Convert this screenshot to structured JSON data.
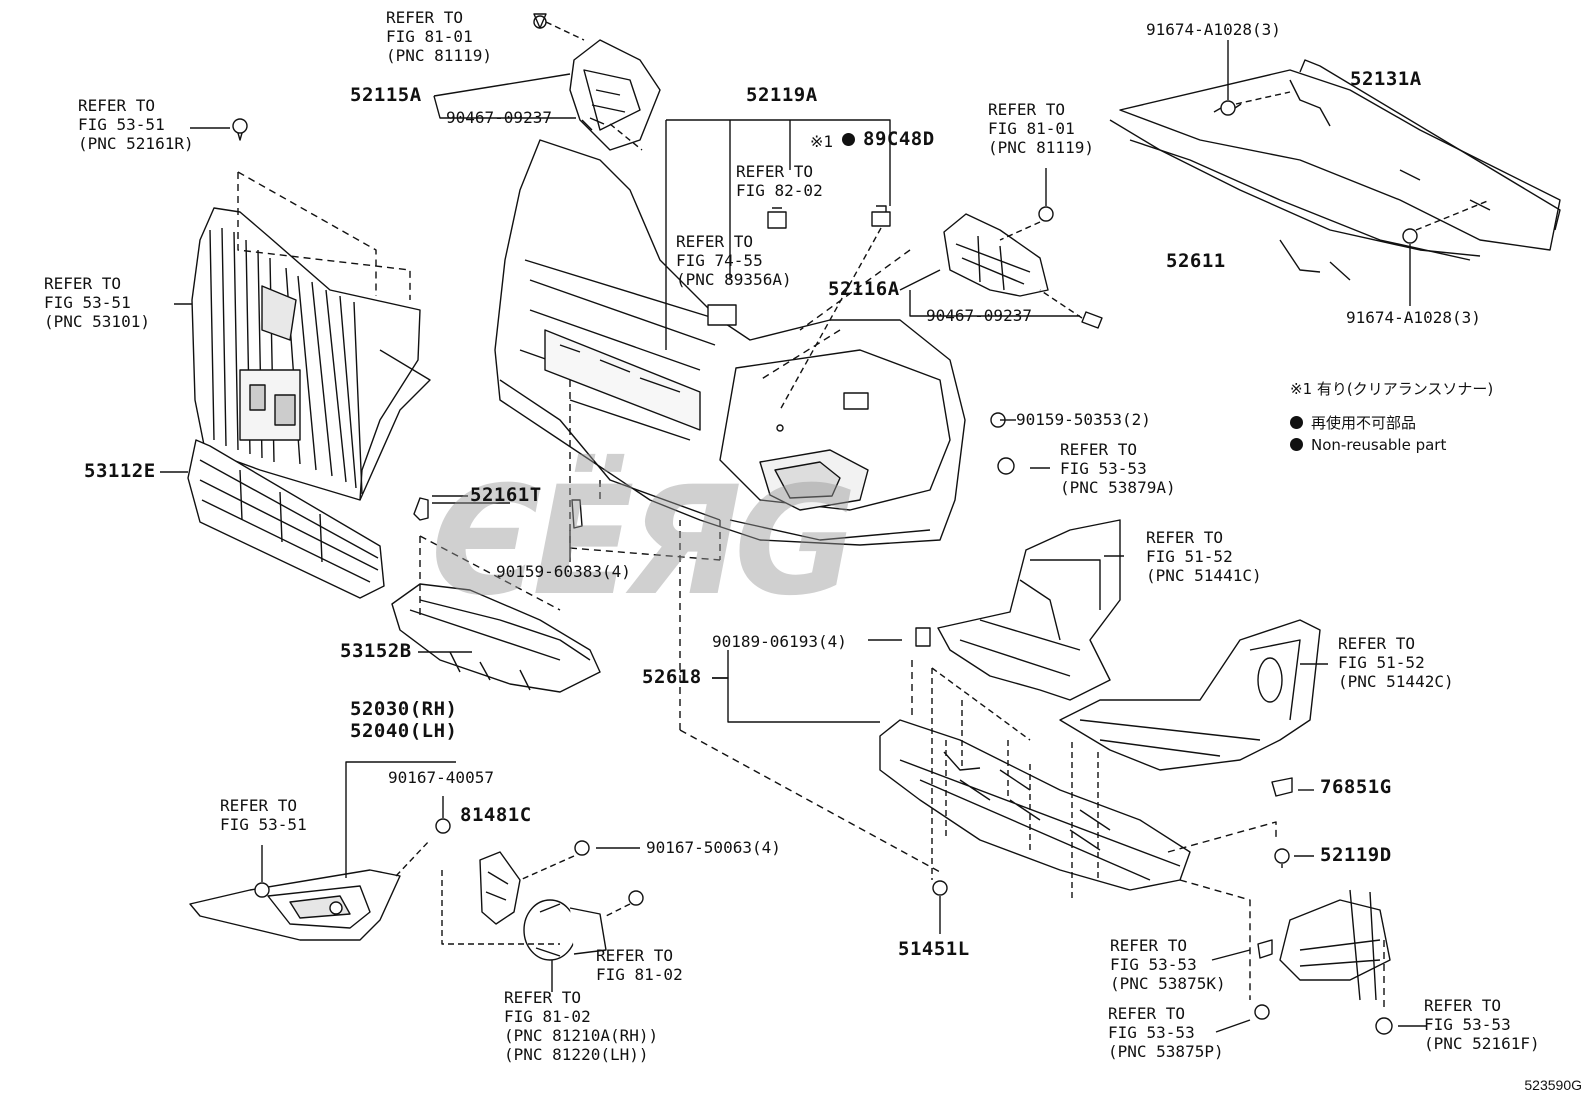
{
  "watermark": "ЄЁЯG",
  "diagram_code": "523590G",
  "notes": {
    "kome": "※1 有り(クリアランスソナー)",
    "jp": "再使用不可部品",
    "en": "Non-reusable part"
  },
  "labels": {
    "refer_81_01_top": "REFER TO\nFIG 81-01\n(PNC 81119)",
    "p52115A": "52115A",
    "p90467_a": "90467-09237",
    "refer_53_51_a": "REFER TO\nFIG 53-51\n(PNC 52161R)",
    "refer_53_51_b": "REFER TO\nFIG 53-51\n(PNC 53101)",
    "p53112E": "53112E",
    "p52161T": "52161T",
    "p90159_60383": "90159-60383(4)",
    "p53152B": "53152B",
    "p52119A": "52119A",
    "refer_82_02": "REFER TO\nFIG 82-02",
    "refer_74_55": "REFER TO\nFIG 74-55\n(PNC 89356A)",
    "kome_mark": "※1",
    "p89C48D": "89C48D",
    "refer_81_01_mid": "REFER TO\nFIG 81-01\n(PNC 81119)",
    "p52116A": "52116A",
    "p90467_b": "90467-09237",
    "p91674_a": "91674-A1028(3)",
    "p52131A": "52131A",
    "p52611": "52611",
    "p91674_b": "91674-A1028(3)",
    "p90159_50353": "90159-50353(2)",
    "refer_53_53_a": "REFER TO\nFIG 53-53\n(PNC 53879A)",
    "refer_51_52_a": "REFER TO\nFIG 51-52\n(PNC 51441C)",
    "refer_51_52_b": "REFER TO\nFIG 51-52\n(PNC 51442C)",
    "p90189": "90189-06193(4)",
    "p52618": "52618",
    "p52030": "52030(RH)",
    "p52040": "52040(LH)",
    "p90167_40057": "90167-40057",
    "refer_53_51_c": "REFER TO\nFIG 53-51",
    "p81481C": "81481C",
    "p90167_50063": "90167-50063(4)",
    "refer_81_02_a": "REFER TO\nFIG 81-02",
    "refer_81_02_b": "REFER TO\nFIG 81-02\n(PNC 81210A(RH))\n(PNC 81220(LH))",
    "p51451L": "51451L",
    "p76851G": "76851G",
    "p52119D": "52119D",
    "refer_53_53_b": "REFER TO\nFIG 53-53\n(PNC 53875K)",
    "refer_53_53_c": "REFER TO\nFIG 53-53\n(PNC 53875P)",
    "refer_53_53_d": "REFER TO\nFIG 53-53\n(PNC 52161F)"
  }
}
